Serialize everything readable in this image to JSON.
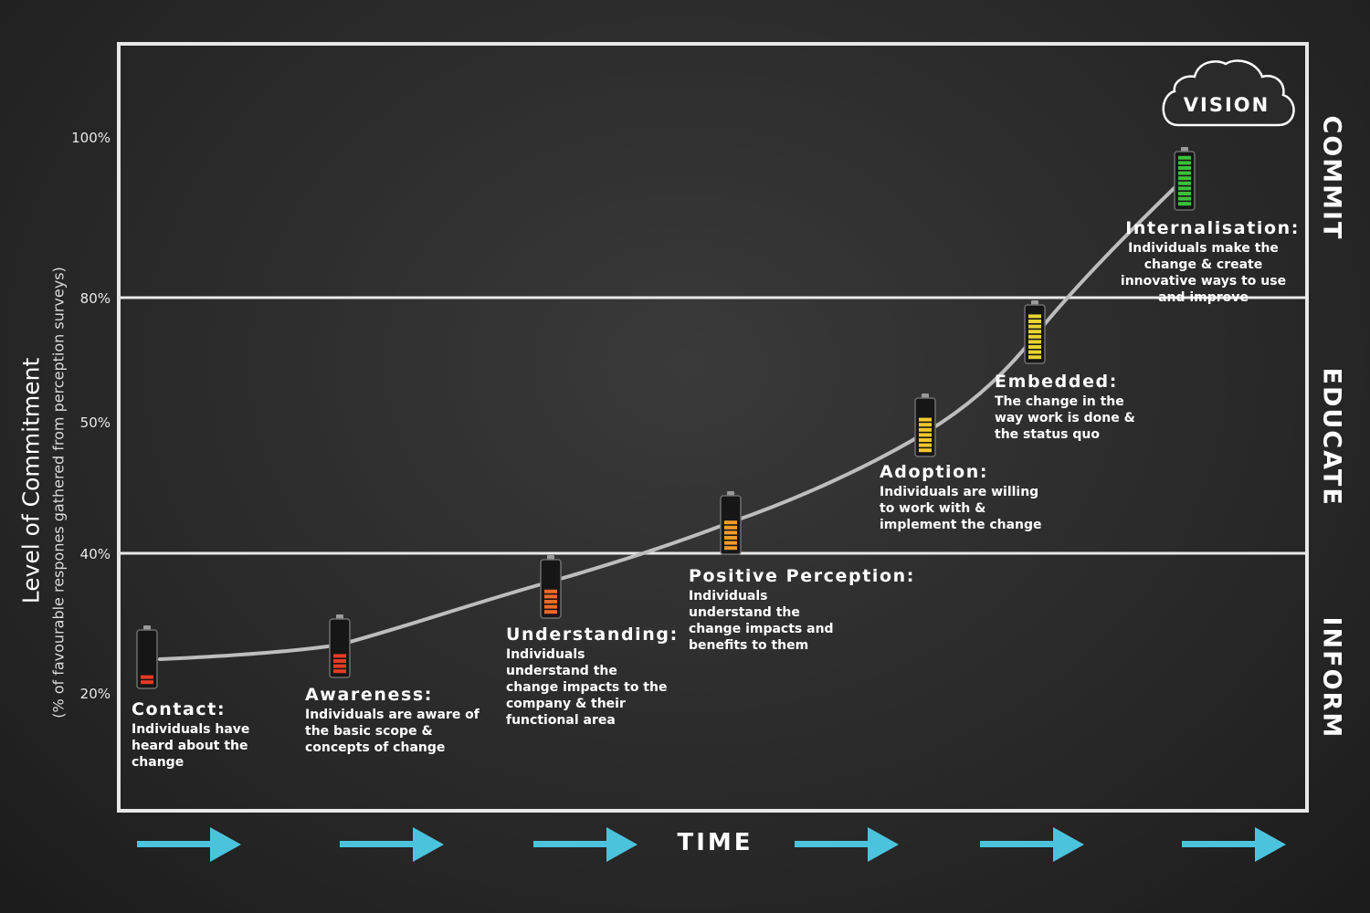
{
  "y_axis": {
    "title": "Level of Commitment",
    "subtitle": "(% of favourable respones gathered  from perception surveys)",
    "ticks": [
      "100%",
      "80%",
      "50%",
      "40%",
      "20%"
    ]
  },
  "zones": [
    "COMMIT",
    "EDUCATE",
    "INFORM"
  ],
  "x_axis_label": "TIME",
  "vision_label": "VISION",
  "stages": [
    {
      "title": "Contact:",
      "description": "Individuals have heard about the change",
      "battery_level": 0.2,
      "battery_color": "#e53b25"
    },
    {
      "title": "Awareness:",
      "description": "Individuals are aware of the basic scope & concepts of change",
      "battery_level": 0.4,
      "battery_color": "#e53b25"
    },
    {
      "title": "Understanding:",
      "description": "Individuals understand the change impacts to the company & their functional area",
      "battery_level": 0.5,
      "battery_color": "#ee6a2a"
    },
    {
      "title": "Positive Perception:",
      "description": "Individuals understand the change impacts and benefits to them",
      "battery_level": 0.6,
      "battery_color": "#f39a2a"
    },
    {
      "title": "Adoption:",
      "description": "Individuals are willing to work with & implement the change",
      "battery_level": 0.7,
      "battery_color": "#f5c82a"
    },
    {
      "title": "Embedded:",
      "description": "The change in the way work is done & the status quo",
      "battery_level": 0.85,
      "battery_color": "#e8d430"
    },
    {
      "title": "Internalisation:",
      "description": "Individuals make the change & create innovative ways to use and improve",
      "battery_level": 1.0,
      "battery_color": "#39c23a"
    }
  ],
  "colors": {
    "background": "#2e2e2e",
    "frame": "#e8e8e8",
    "curve": "#bdbdbd",
    "arrows": "#4cc3dc",
    "text": "#ffffff"
  }
}
